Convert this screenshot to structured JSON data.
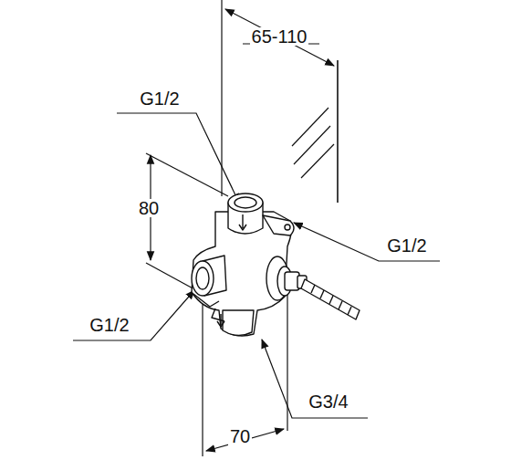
{
  "diagram": {
    "labels": [
      "65-110",
      "G1/2",
      "80",
      "G1/2",
      "G1/2",
      "G3/4",
      "70"
    ]
  }
}
